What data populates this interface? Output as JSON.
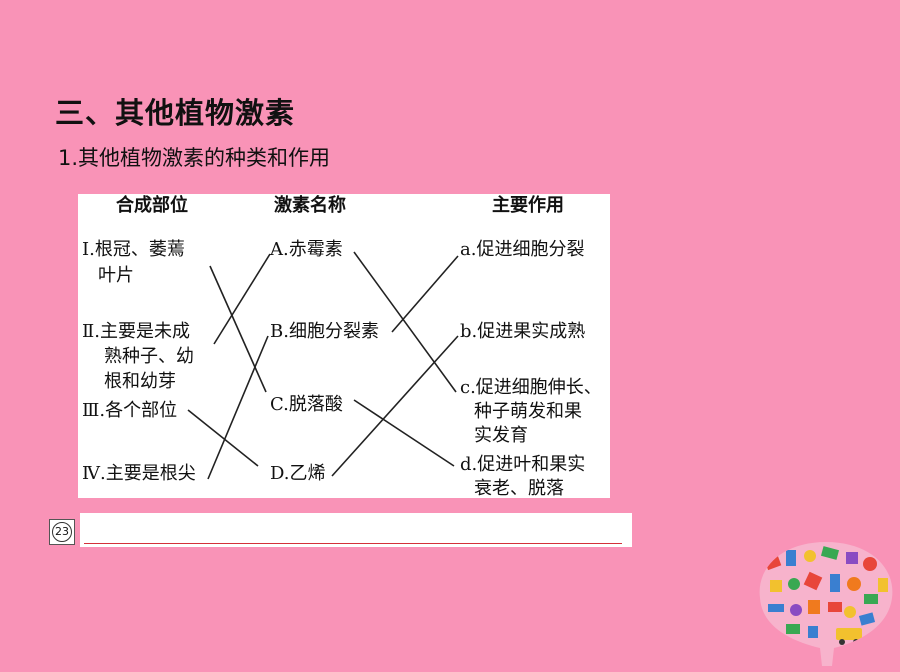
{
  "title": "三、其他植物激素",
  "subtitle": "1.其他植物激素的种类和作用",
  "table": {
    "headers": [
      "合成部位",
      "激素名称",
      "主要作用"
    ],
    "sites": [
      [
        "Ⅰ.根冠、萎蔫",
        "叶片"
      ],
      [
        "Ⅱ.主要是未成",
        "熟种子、幼",
        "根和幼芽"
      ],
      [
        "Ⅲ.各个部位"
      ],
      [
        "Ⅳ.主要是根尖"
      ]
    ],
    "hormones": [
      "A.赤霉素",
      "B.细胞分裂素",
      "C.脱落酸",
      "D.乙烯"
    ],
    "functions": [
      [
        "a.促进细胞分裂"
      ],
      [
        "b.促进果实成熟"
      ],
      [
        "c.促进细胞伸长、",
        "种子萌发和果",
        "实发育"
      ],
      [
        "d.促进叶和果实",
        "衰老、脱落"
      ]
    ]
  },
  "answer_badge": "23",
  "colors": {
    "background": "#f993b7",
    "answer_line": "#d4303a"
  }
}
